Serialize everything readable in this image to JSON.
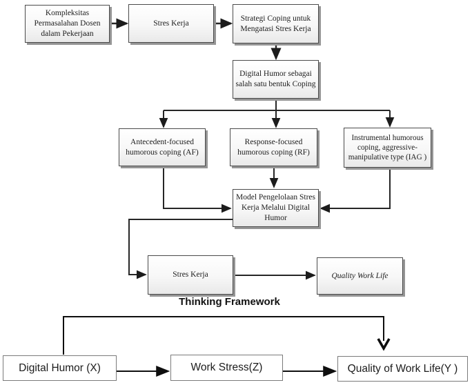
{
  "title": "Thinking framework flow diagram",
  "colors": {
    "box_border": "#4a4a4a",
    "box_fill_top": "#ffffff",
    "box_fill_bottom": "#e9e9e9",
    "box_shadow": "#959595",
    "connector_line": "#262626",
    "bottom_box_border": "#7a7a7a",
    "text": "#1c1c1c"
  },
  "nodes": {
    "kompleksitas": "Kompleksitas Permasalahan Dosen dalam Pekerjaan",
    "stres_kerja_1": "Stres Kerja",
    "strategi_coping": "Strategi Coping untuk Mengatasi Stres Kerja",
    "digital_humor_coping": "Digital Humor sebagai salah satu bentuk Coping",
    "antecedent_focused": "Antecedent-focused humorous coping (AF)",
    "response_focused": "Response-focused humorous coping (RF)",
    "instrumental": "Instrumental humorous coping, aggressive-manipulative type (IAG )",
    "model_pengelolaan": "Model Pengelolaan Stres Kerja Melalui Digital Humor",
    "stres_kerja_2": "Stres Kerja",
    "quality_work_life": "Quality Work Life",
    "digital_humor_x": "Digital Humor (X)",
    "work_stress_z": "Work Stress(Z)",
    "quality_work_life_y": "Quality of Work Life(Y )"
  },
  "labels": {
    "caption": "Thinking Framework"
  }
}
